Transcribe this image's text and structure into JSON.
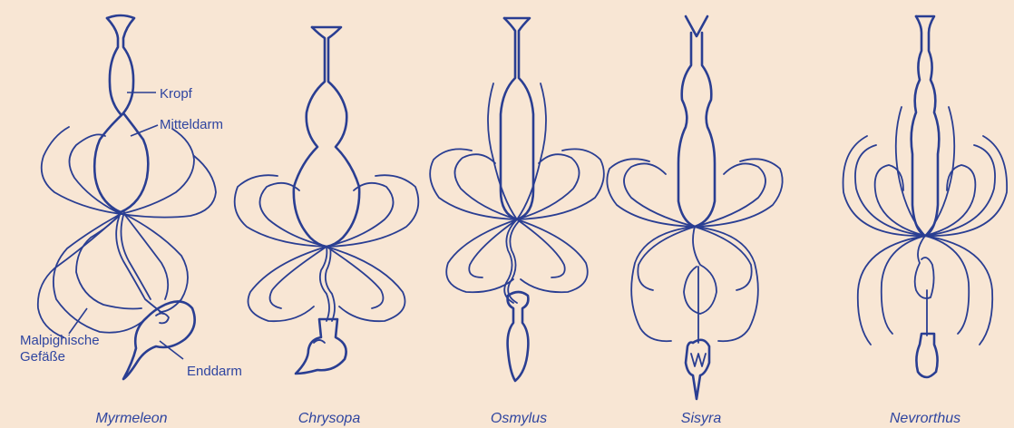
{
  "labels": {
    "crop": "Kropf",
    "midgut": "Mitteldarm",
    "malpighian_line1": "Malpighische",
    "malpighian_line2": "Gefäße",
    "hindgut": "Enddarm"
  },
  "species": [
    "Myrmeleon",
    "Chrysopa",
    "Osmylus",
    "Sisyra",
    "Nevrorthus"
  ],
  "colors": {
    "background": "#f8e6d4",
    "ink": "#2a3e92"
  }
}
